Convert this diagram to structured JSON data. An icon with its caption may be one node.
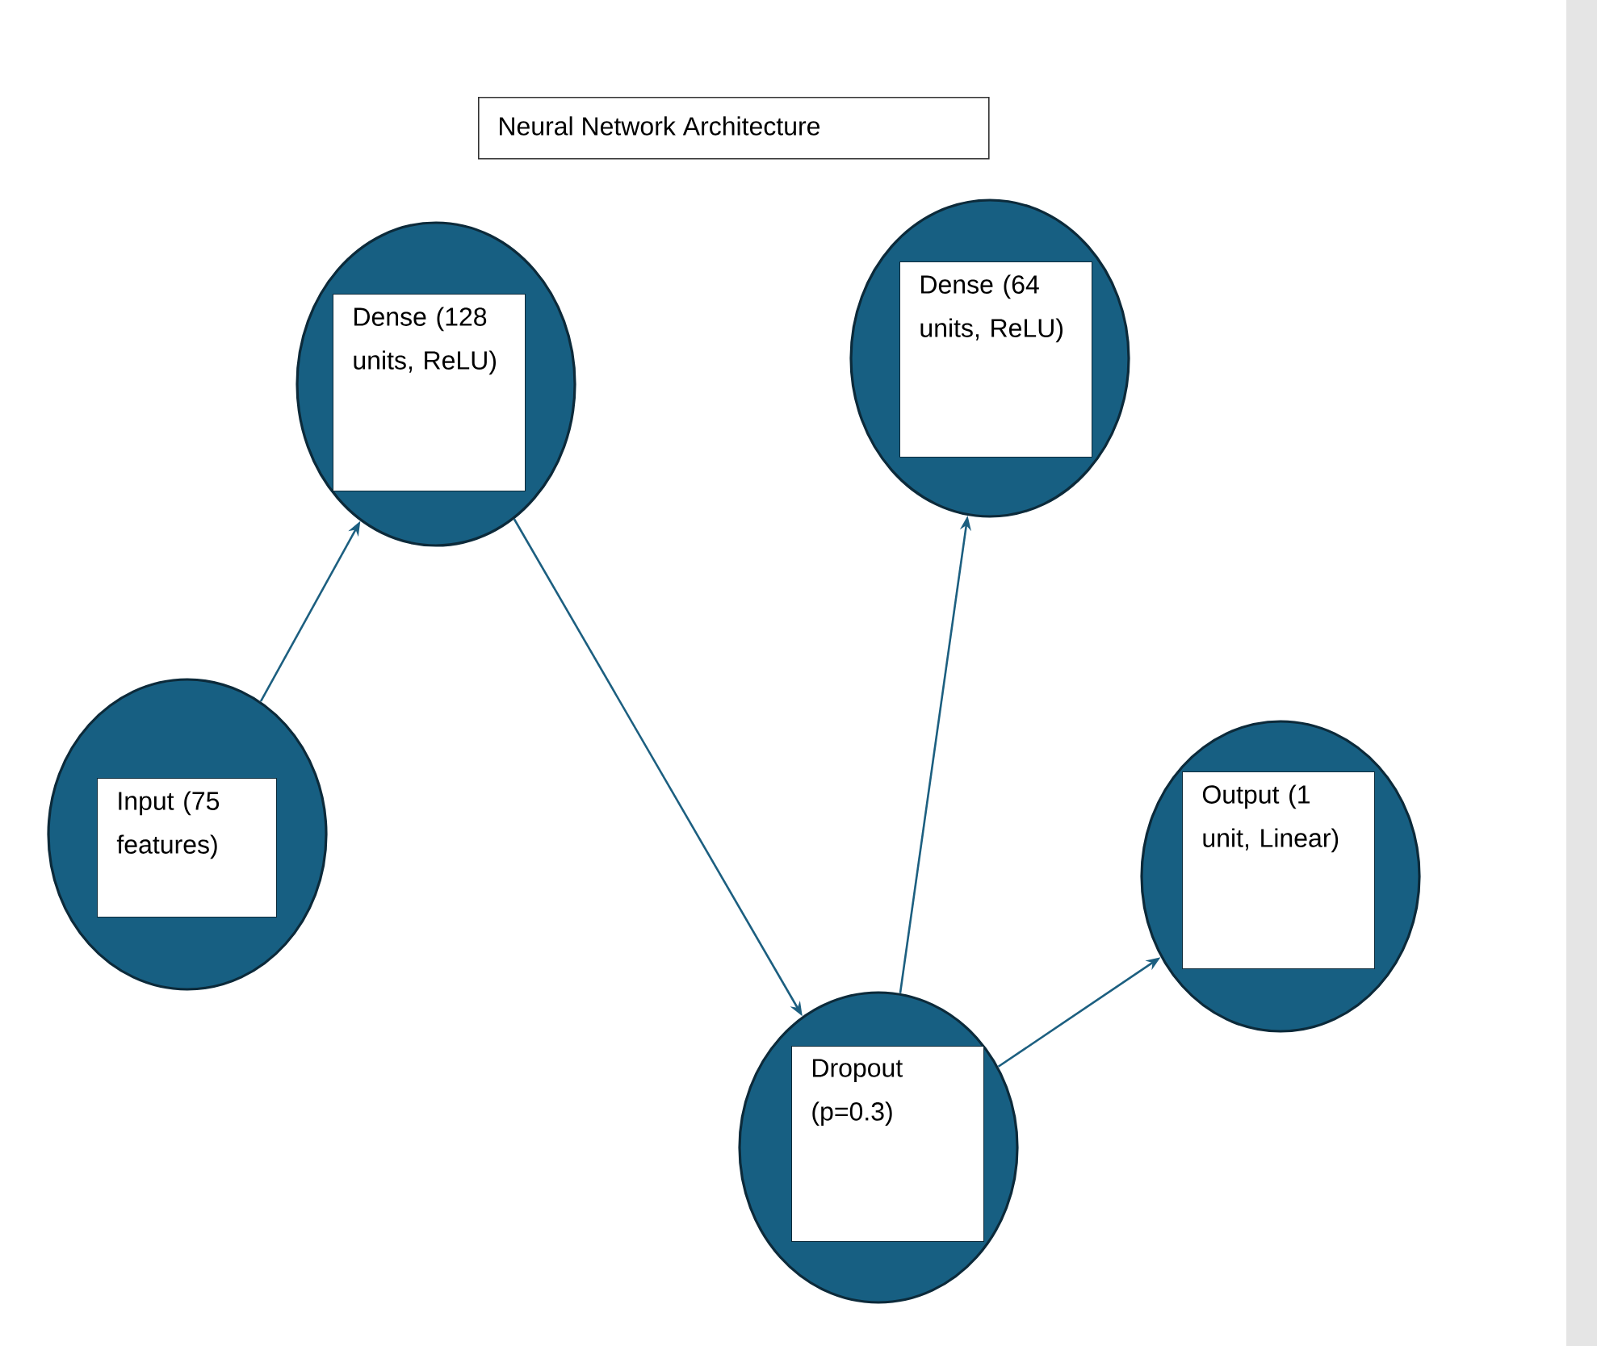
{
  "diagram": {
    "title": "Neural Network Architecture",
    "nodes": [
      {
        "text": [
          "Input (75 features)"
        ]
      },
      {
        "text": [
          "Dense (128 units, ReLU)"
        ]
      },
      {
        "text": [
          "Dense (64 units, ReLU)"
        ]
      },
      {
        "text": [
          "Dropout (p=0.3)"
        ]
      },
      {
        "text": [
          "Output (1 unit, Linear)"
        ]
      }
    ],
    "edges": [
      {
        "from": 0,
        "to": 1,
        "arrow": "to"
      },
      {
        "from": 1,
        "to": 3,
        "arrow": "to"
      },
      {
        "from": 3,
        "to": 2,
        "arrow": "to"
      },
      {
        "from": 3,
        "to": 4,
        "arrow": "to"
      }
    ]
  }
}
